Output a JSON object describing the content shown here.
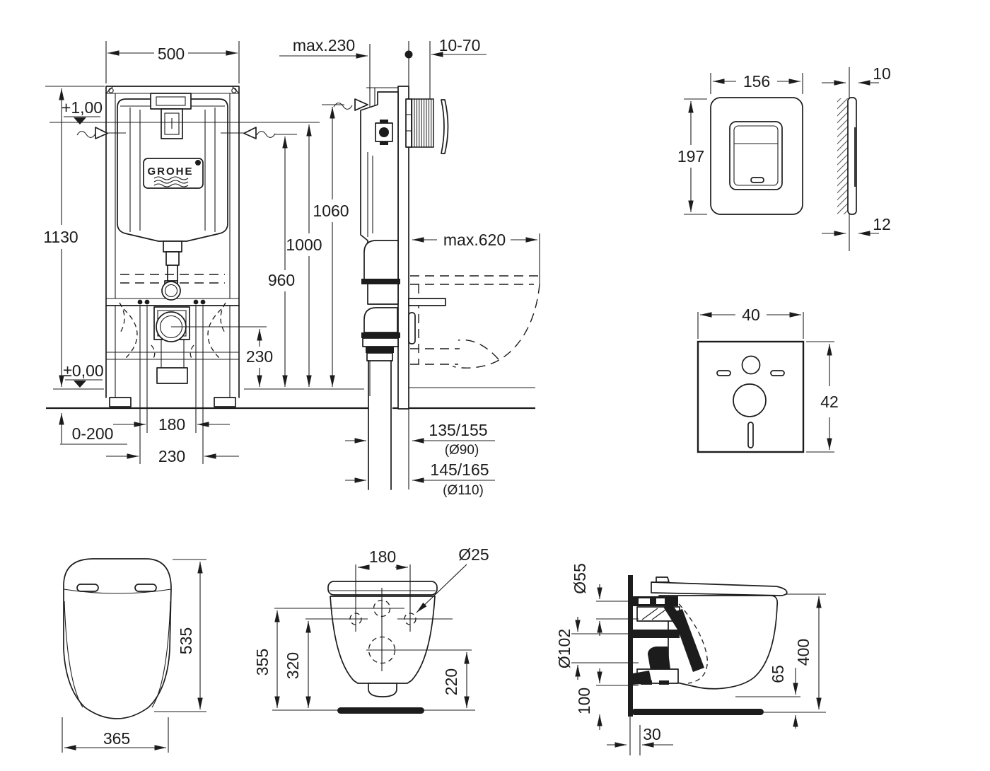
{
  "brand": "GROHE",
  "views": {
    "frame_front": {
      "brand": "GROHE",
      "dims": {
        "width": "500",
        "height": "1130",
        "level_top": "+1,00",
        "level_zero": "±0,00",
        "feet_range": "0-200",
        "bolt_spacing": "180",
        "rail_spacing": "230",
        "drain_height": "230",
        "inlet_height": "960",
        "level_height": "1000",
        "top_height": "1060"
      }
    },
    "frame_side": {
      "dims": {
        "depth_max": "max.230",
        "wall_range": "10-70",
        "bowl_max": "max.620",
        "outlet_a": "135/155",
        "outlet_a_dia": "(Ø90)",
        "outlet_b": "145/165",
        "outlet_b_dia": "(Ø110)"
      }
    },
    "flush_plate": {
      "dims": {
        "width": "156",
        "height": "197",
        "thickness": "10",
        "depth": "12"
      }
    },
    "sound_pad": {
      "dims": {
        "width": "40",
        "height": "42"
      }
    },
    "seat_top": {
      "dims": {
        "depth": "535",
        "width": "365"
      }
    },
    "bowl_rear": {
      "dims": {
        "hole_spacing": "180",
        "hole_dia": "Ø25",
        "inlet_height": "355",
        "hole_height": "320",
        "outlet_height": "220"
      }
    },
    "bowl_side": {
      "dims": {
        "inlet_dia": "Ø55",
        "outlet_dia": "Ø102",
        "outlet_height": "100",
        "rim_gap": "65",
        "total_height": "400",
        "wall_offset": "30"
      }
    }
  }
}
